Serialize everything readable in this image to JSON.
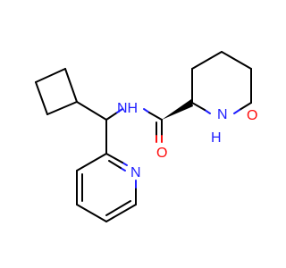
{
  "diagram": {
    "type": "skeletal-structure",
    "atoms": {
      "amide_nh": "NH",
      "amide_h": "H",
      "ring_nh": "N",
      "ring_h": "H",
      "carbonyl_o_1": "O",
      "carbonyl_o_2": "O",
      "pyridine_n": "N"
    },
    "colors": {
      "carbon_bond": "#000000",
      "nitrogen": "#2020ff",
      "oxygen": "#ff0d0d",
      "background": "#ffffff"
    }
  }
}
